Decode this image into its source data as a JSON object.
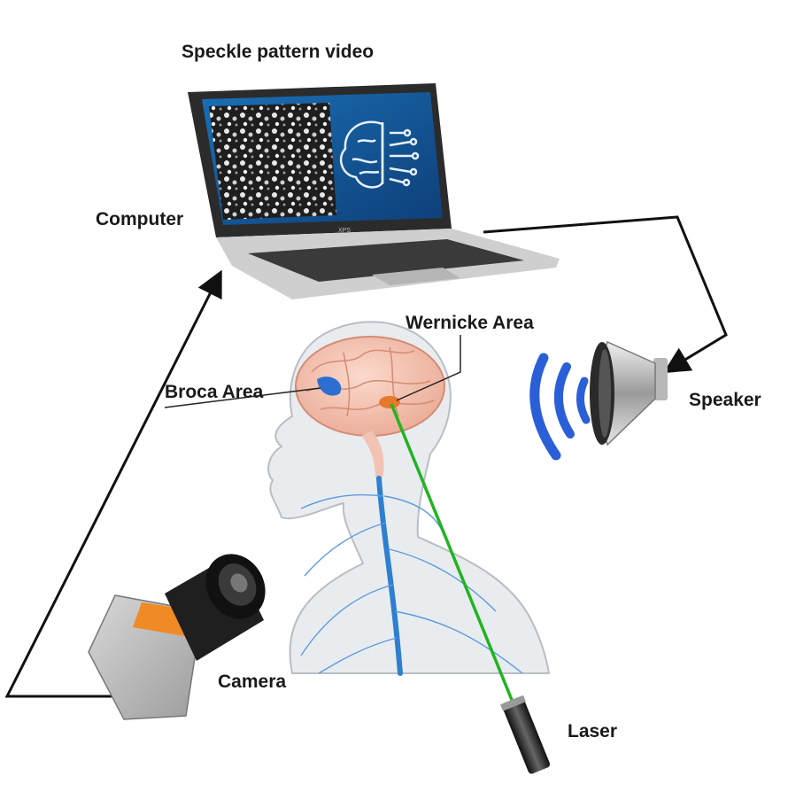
{
  "labels": {
    "title": "Speckle pattern video",
    "computer": "Computer",
    "wernicke": "Wernicke Area",
    "broca": "Broca Area",
    "speaker": "Speaker",
    "camera": "Camera",
    "laser": "Laser"
  },
  "laptop_brand": "XPS",
  "colors": {
    "laser_beam": "#22b322",
    "sound_waves": "#2a5fd8",
    "broca_marker": "#2d6fd1",
    "wernicke_marker": "#e8792b",
    "brain": "#f2bfae",
    "nerves": "#2f7fd0",
    "camera_accent": "#f08a24",
    "arrows": "#111111"
  }
}
